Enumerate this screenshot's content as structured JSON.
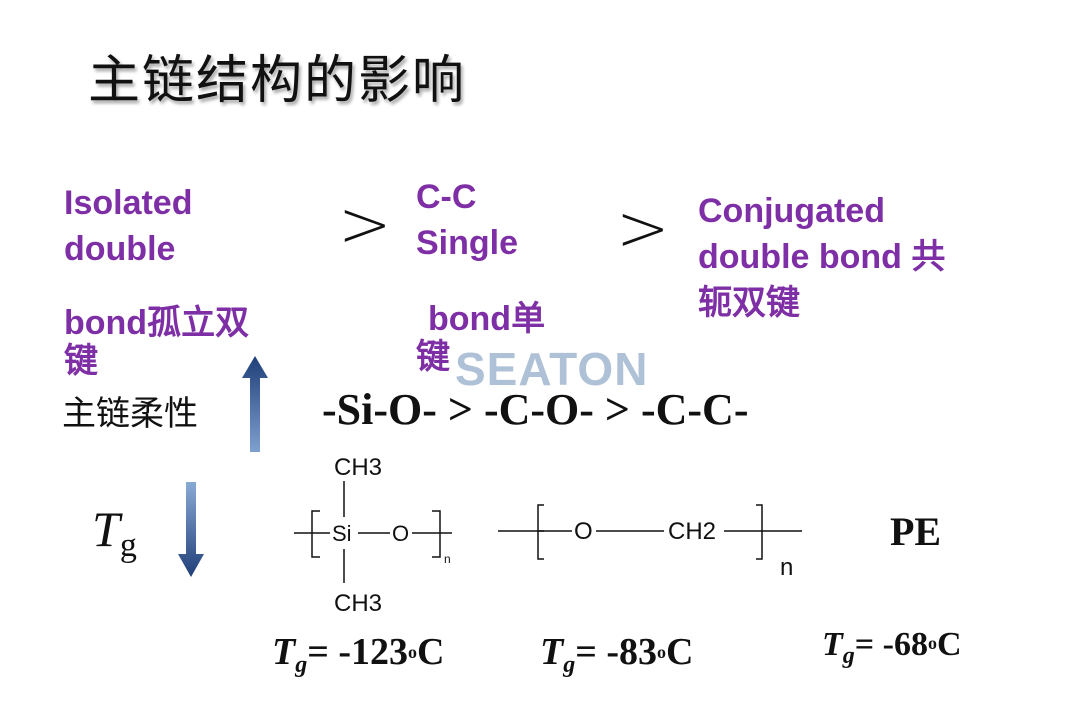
{
  "title": "主链结构的影响",
  "watermark": "SEATON",
  "ranking": {
    "item1_line1": "Isolated",
    "item1_line2": "double",
    "item1_line3": "bond孤立双",
    "item1_line4": "键",
    "gt1": ">",
    "item2_line1": "C-C",
    "item2_line2": "Single",
    "item2_line3": "bond单",
    "item2_line4": "键",
    "gt2": ">",
    "item3_line1": "Conjugated",
    "item3_line2": "double bond 共",
    "item3_line3": "轭双键"
  },
  "flexibility": {
    "label": "主链柔性",
    "order": "-Si-O- > -C-O- > -C-C-"
  },
  "tg_row": {
    "symbol_T": "T",
    "symbol_g": "g",
    "siloxane": {
      "ch3_top": "CH3",
      "si": "Si",
      "o": "O",
      "n": "n",
      "ch3_bottom": "CH3"
    },
    "polyether": {
      "o": "O",
      "ch2": "CH2",
      "n": "n"
    },
    "pe": "PE"
  },
  "tg_values": [
    {
      "T": "T",
      "g": "g",
      "value": "= -123",
      "o": "o",
      "unit": "C"
    },
    {
      "T": "T",
      "g": "g",
      "value": "= -83",
      "o": "o",
      "unit": "C"
    },
    {
      "T": "T",
      "g": "g",
      "value": "= -68",
      "o": "o",
      "unit": "C"
    }
  ],
  "colors": {
    "accent_purple": "#7e2fa5",
    "arrow_blue": "#2f5b9a"
  },
  "icons": [
    "arrow-up-icon",
    "arrow-down-icon"
  ]
}
